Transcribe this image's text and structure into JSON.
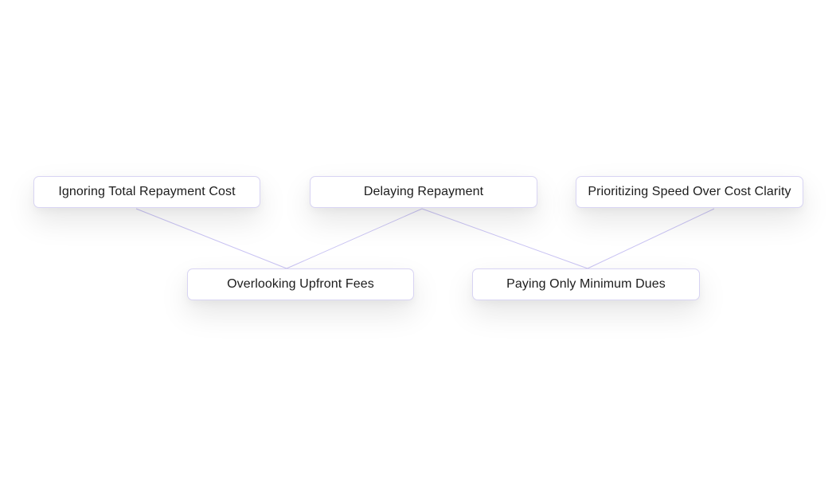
{
  "colors": {
    "connector": "#c9c3f3",
    "node_border": "#d8d4f3",
    "node_text": "#1c1c1c"
  },
  "nodes": [
    {
      "id": "n1",
      "label": "Ignoring Total Repayment Cost"
    },
    {
      "id": "n2",
      "label": "Delaying Repayment"
    },
    {
      "id": "n3",
      "label": "Prioritizing Speed Over Cost Clarity"
    },
    {
      "id": "n4",
      "label": "Overlooking Upfront Fees"
    },
    {
      "id": "n5",
      "label": "Paying Only Minimum Dues"
    }
  ],
  "edges": [
    {
      "from": "n1",
      "to": "n4"
    },
    {
      "from": "n2",
      "to": "n4"
    },
    {
      "from": "n2",
      "to": "n5"
    },
    {
      "from": "n3",
      "to": "n5"
    }
  ]
}
